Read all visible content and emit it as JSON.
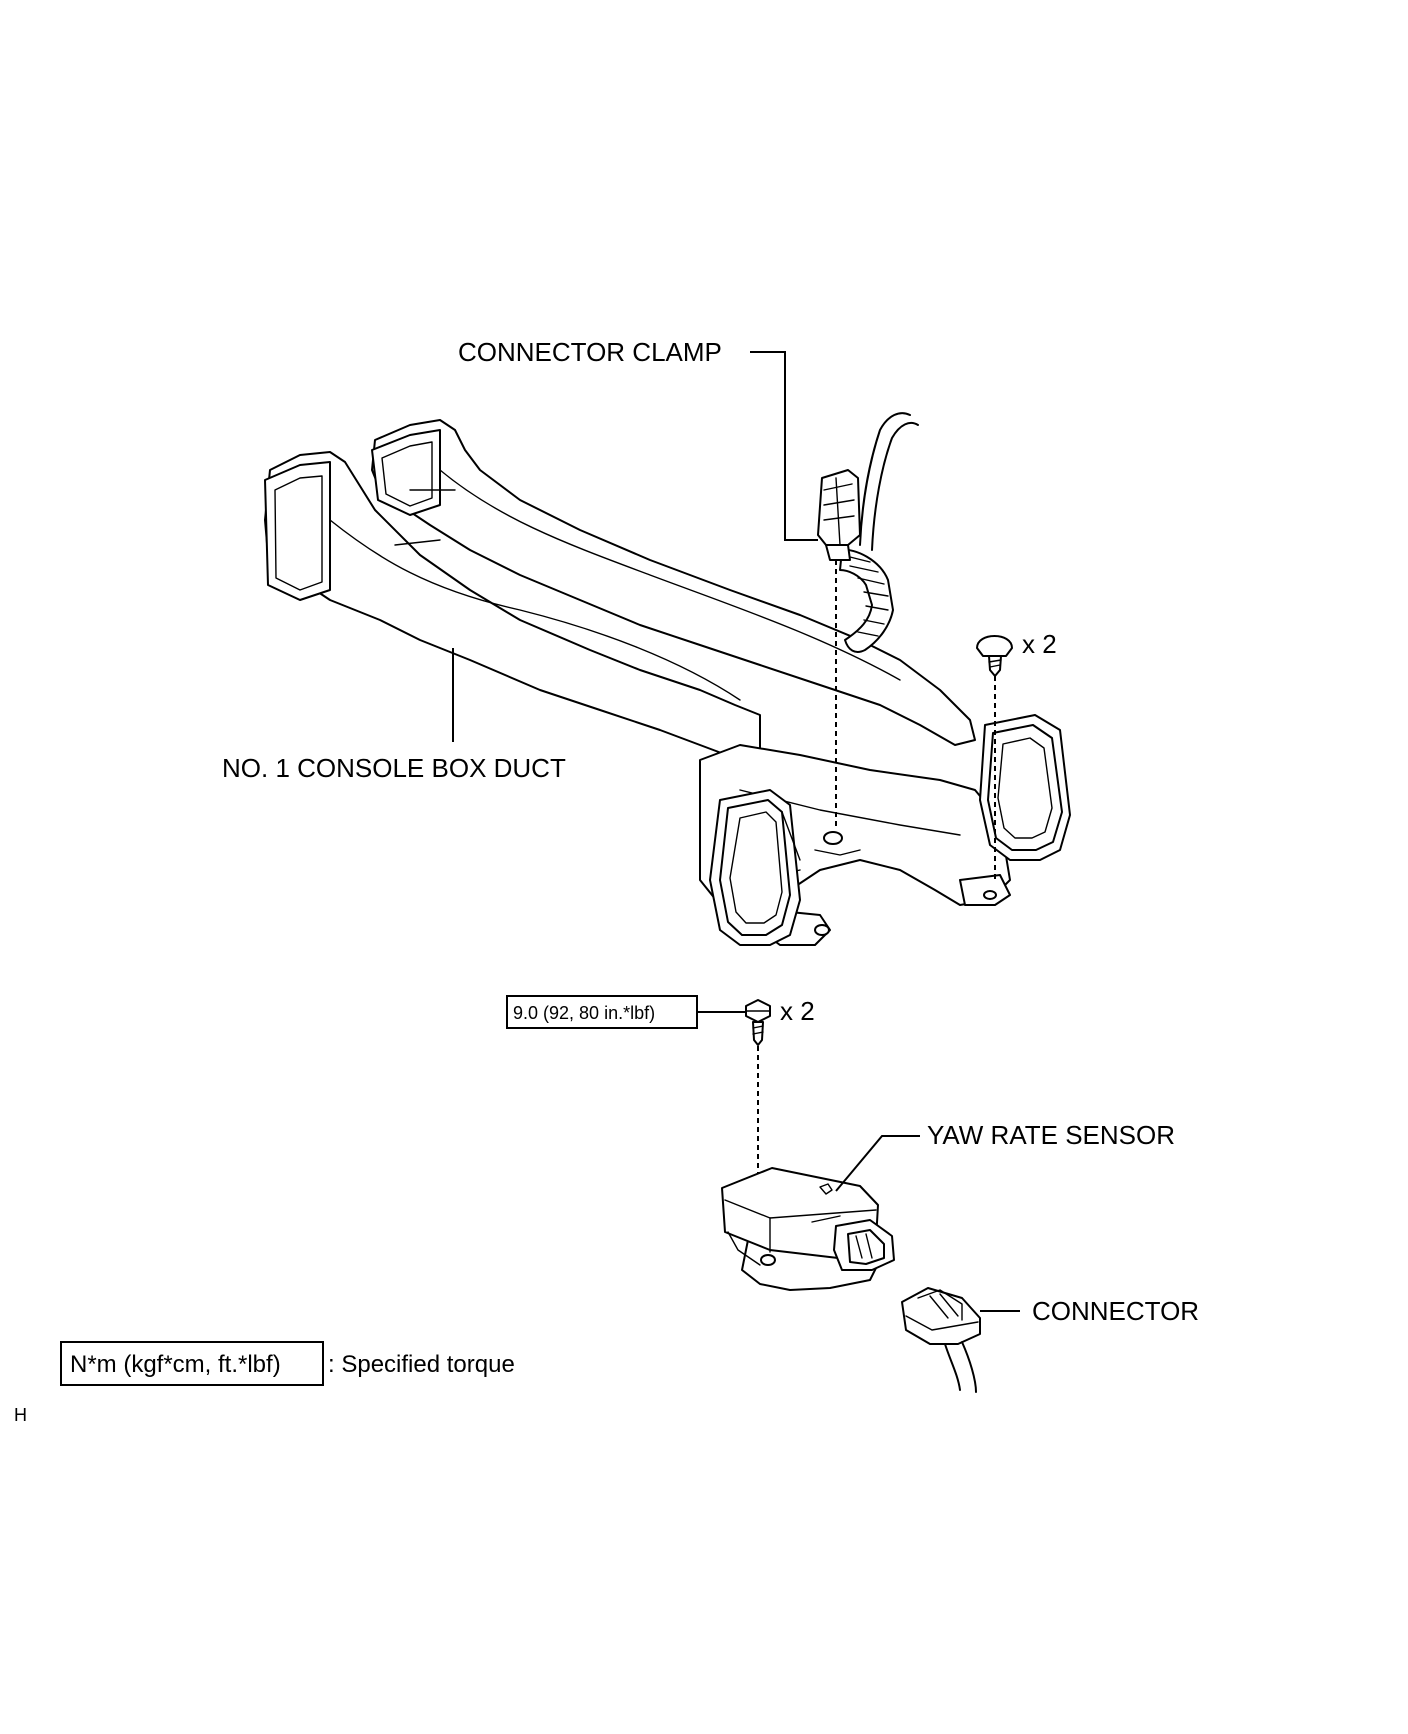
{
  "labels": {
    "connector_clamp": "CONNECTOR CLAMP",
    "console_box_duct": "NO. 1 CONSOLE BOX DUCT",
    "yaw_rate_sensor": "YAW RATE SENSOR",
    "connector": "CONNECTOR",
    "clip_qty": "x 2",
    "bolt_qty": "x 2"
  },
  "torque": {
    "value": "9.0 (92, 80 in.*lbf)"
  },
  "legend": {
    "unit_box": "N*m (kgf*cm, ft.*lbf)",
    "description": ": Specified torque"
  },
  "figure_code": "H"
}
